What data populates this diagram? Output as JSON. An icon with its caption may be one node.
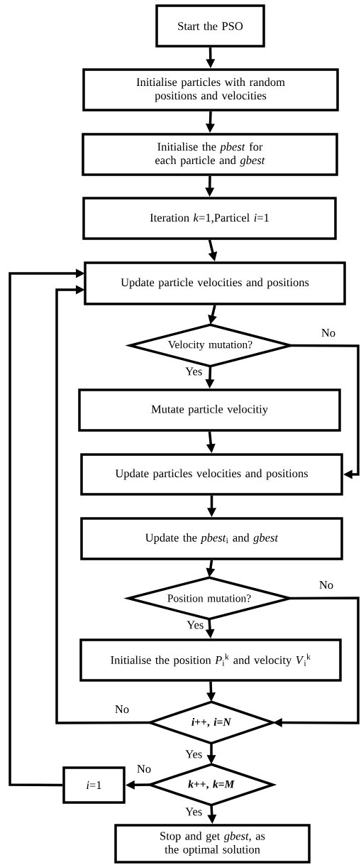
{
  "diagram": {
    "nodes": [
      {
        "text": [
          "Start the PSO"
        ]
      },
      {
        "text": [
          "Initialise particles with random positions and velocities"
        ]
      },
      {
        "text": [
          "Initialise the *pbest* for each particle and *gbest*"
        ]
      },
      {
        "text": [
          "Iteration *k*=1,Particel *i*=1"
        ]
      },
      {
        "text": [
          "Update particle velocities and positions"
        ]
      },
      {
        "text": [
          "Velocity mutation?"
        ]
      },
      {
        "text": [
          "Mutate particle velocitiy"
        ]
      },
      {
        "text": [
          "Update particles velocities and positions"
        ]
      },
      {
        "text": [
          "Update the *pbest*$_{i}$ and *gbest*"
        ]
      },
      {
        "text": [
          "Position mutation?"
        ]
      },
      {
        "text": [
          "Initialise the  position *P*$_{i}$$^{k}$ and velocity *V*$_{i}$$^{k}$"
        ]
      },
      {
        "text": [
          "*i*++, *i*=*N*"
        ]
      },
      {
        "text": [
          "*k*++, *k*=*M*"
        ]
      },
      {
        "text": [
          "*i*=1"
        ]
      },
      {
        "text": [
          "Stop and get *gbest*, as the optimal solution"
        ]
      }
    ],
    "edges": [
      {
        "from": 0,
        "to": 1,
        "arrow": "to"
      },
      {
        "from": 1,
        "to": 2,
        "arrow": "to"
      },
      {
        "from": 2,
        "to": 3,
        "arrow": "to"
      },
      {
        "from": 3,
        "to": 4,
        "arrow": "to"
      },
      {
        "from": 4,
        "to": 5,
        "arrow": "to"
      },
      {
        "from": 5,
        "to": 6,
        "arrow": "to",
        "label": "Yes"
      },
      {
        "from": 5,
        "to": 7,
        "arrow": "to",
        "label": "No"
      },
      {
        "from": 6,
        "to": 7,
        "arrow": "to"
      },
      {
        "from": 7,
        "to": 8,
        "arrow": "to"
      },
      {
        "from": 8,
        "to": 9,
        "arrow": "to"
      },
      {
        "from": 9,
        "to": 10,
        "arrow": "to",
        "label": "Yes"
      },
      {
        "from": 9,
        "to": 11,
        "arrow": "to",
        "label": "No"
      },
      {
        "from": 10,
        "to": 11,
        "arrow": "to"
      },
      {
        "from": 11,
        "to": 4,
        "arrow": "to",
        "label": "No"
      },
      {
        "from": 11,
        "to": 12,
        "arrow": "to",
        "label": "Yes"
      },
      {
        "from": 12,
        "to": 13,
        "arrow": "to",
        "label": "No"
      },
      {
        "from": 12,
        "to": 14,
        "arrow": "to",
        "label": "Yes"
      },
      {
        "from": 13,
        "to": 4,
        "arrow": "to"
      }
    ]
  }
}
